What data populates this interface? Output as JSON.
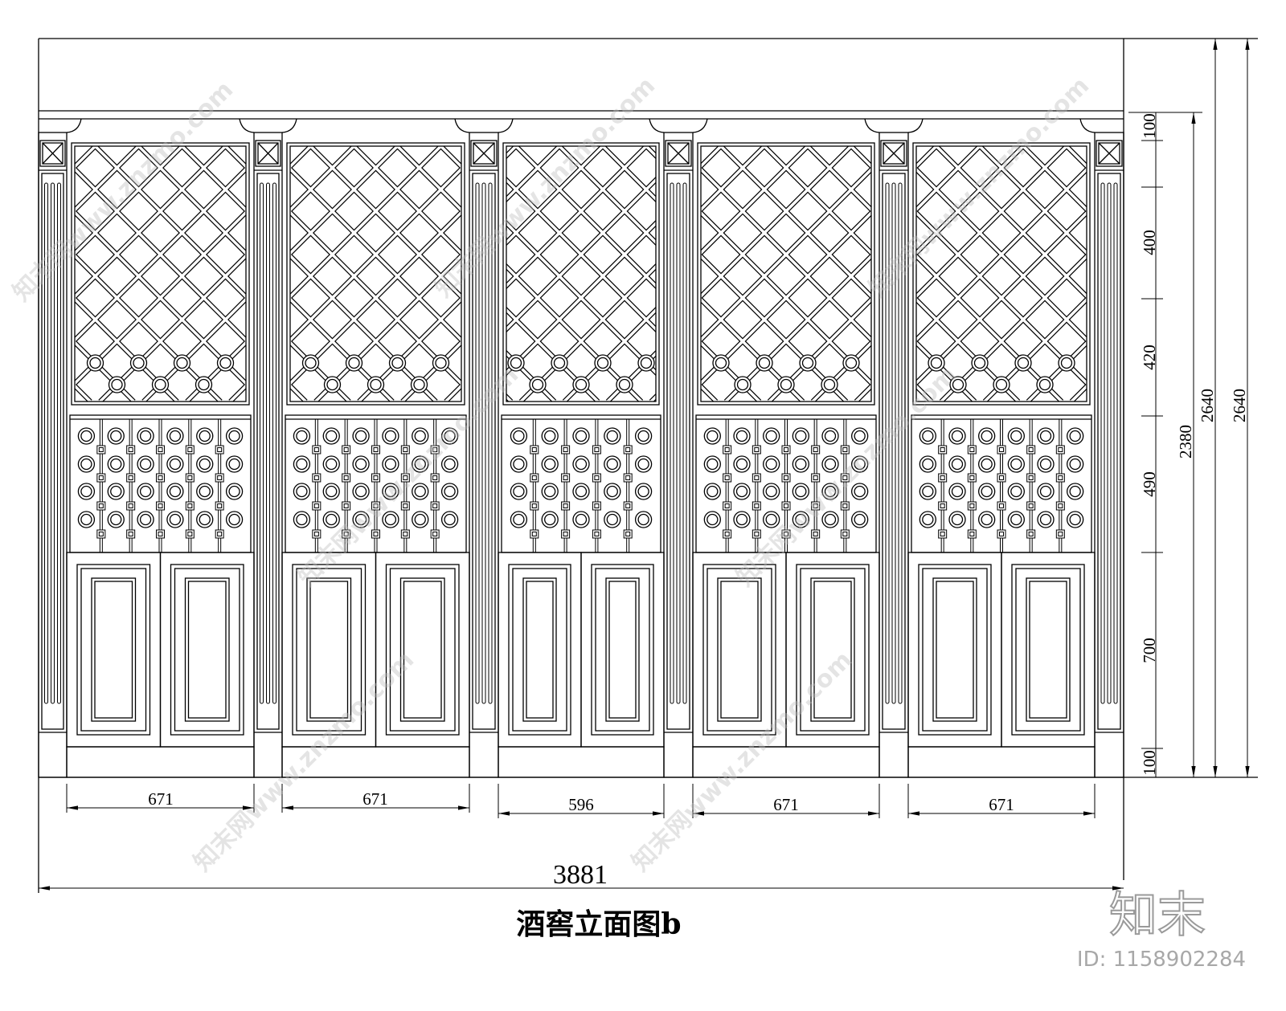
{
  "title": "酒窖立面图b",
  "dimensions": {
    "right_chain": [
      "100",
      "400",
      "420",
      "490",
      "700",
      "100"
    ],
    "total_heights": [
      "2380",
      "2640",
      "2640"
    ],
    "bay_widths": [
      "671",
      "671",
      "596",
      "671",
      "671"
    ],
    "total_width": "3881"
  },
  "watermark": {
    "logo": "知末",
    "id": "ID: 1158902284",
    "tile": "知末网www.znzmo.com"
  },
  "colors": {
    "line": "#000000",
    "watermark": "#bdbdbd"
  }
}
